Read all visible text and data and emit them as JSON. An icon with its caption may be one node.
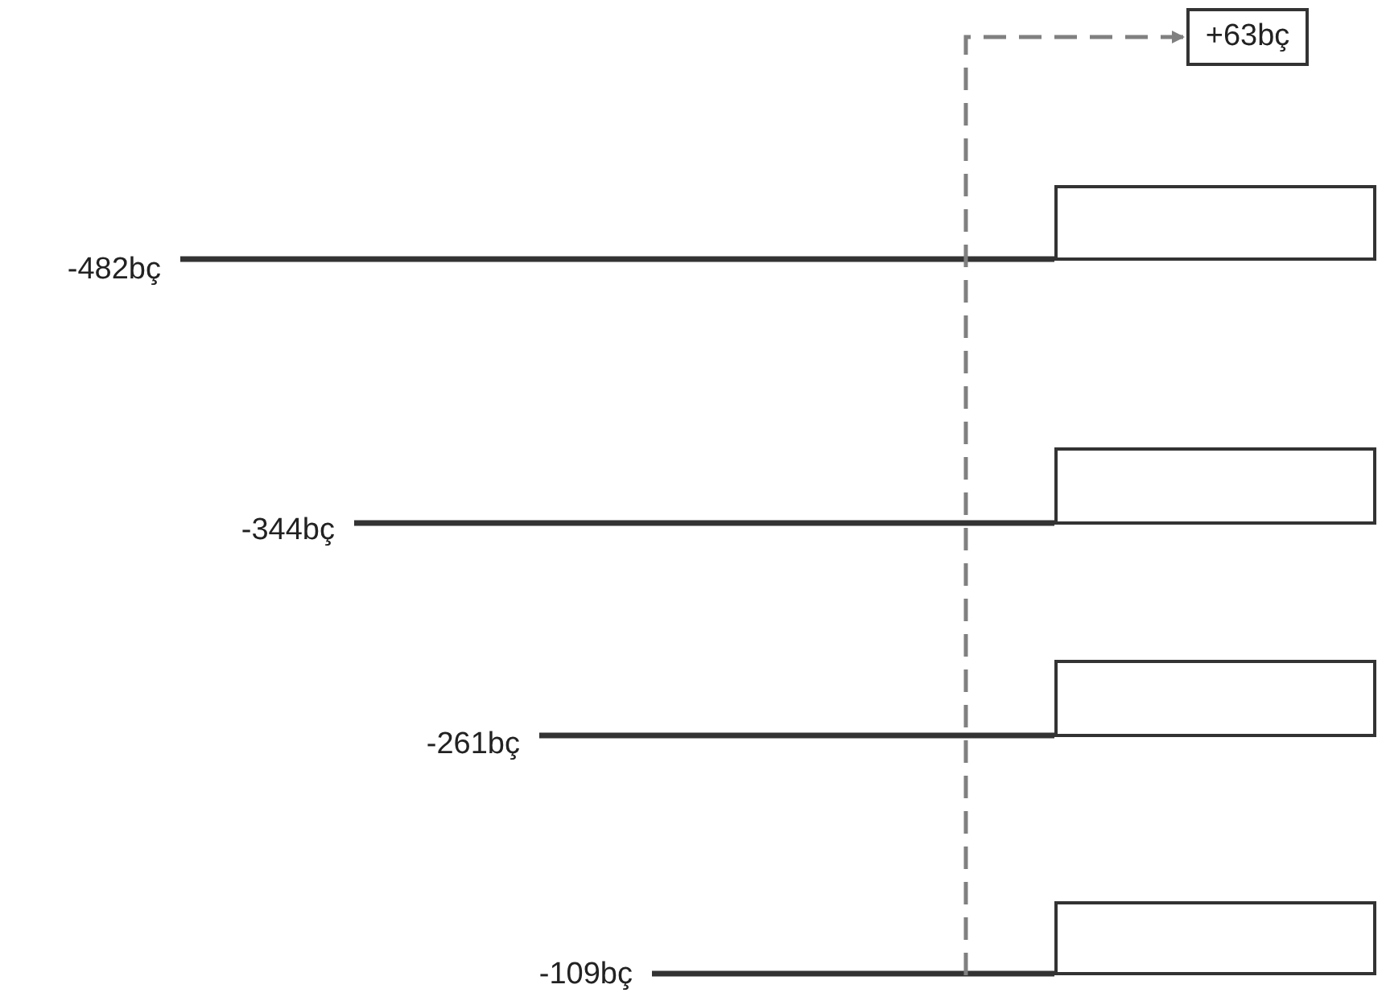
{
  "diagram": {
    "nodes": [
      {
        "text": [
          "+63bç"
        ]
      },
      {
        "text": [
          "-482bç"
        ]
      },
      {
        "text": [],
        "shape": "box"
      },
      {
        "text": [
          "-344bç"
        ]
      },
      {
        "text": [],
        "shape": "box"
      },
      {
        "text": [
          "-261bç"
        ]
      },
      {
        "text": [],
        "shape": "box"
      },
      {
        "text": [
          "-109bç"
        ]
      },
      {
        "text": [],
        "shape": "box"
      }
    ],
    "edges": [
      {
        "from": 1,
        "to": 2,
        "arrow": "none"
      },
      {
        "from": 3,
        "to": 4,
        "arrow": "none"
      },
      {
        "from": 5,
        "to": 6,
        "arrow": "none"
      },
      {
        "from": 7,
        "to": 8,
        "arrow": "none"
      },
      {
        "from": null,
        "to": 0,
        "arrow": "to",
        "style": "dashed",
        "color": "#808080"
      }
    ]
  }
}
